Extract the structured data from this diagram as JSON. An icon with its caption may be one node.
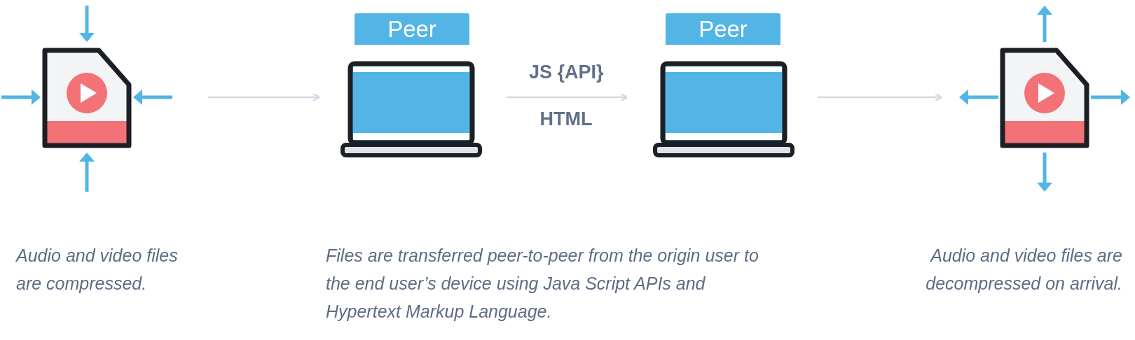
{
  "diagram": {
    "nodes": [
      {
        "text": [],
        "shape": "file"
      },
      {
        "text": [
          "Peer"
        ]
      },
      {
        "text": [
          "Peer"
        ]
      },
      {
        "text": [],
        "shape": "file"
      }
    ],
    "edges": [
      {
        "from": 0,
        "to": 1,
        "arrow": "to"
      },
      {
        "from": 1,
        "to": 2,
        "arrow": "to",
        "label": "JS {API}"
      },
      {
        "from": 2,
        "to": 3,
        "arrow": "to"
      }
    ],
    "labels": [
      "HTML",
      "Audio and video files are compressed.",
      "Files are transferred peer-to-peer from the origin user to the end user’s device using Java Script APIs and Hypertext Markup Language.",
      "Audio and video files are decompressed on arrival."
    ]
  }
}
